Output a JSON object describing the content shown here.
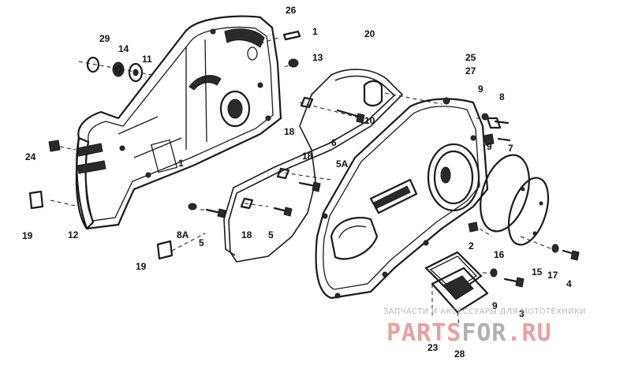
{
  "callouts": {
    "c26": "26",
    "c1a": "1",
    "c29": "29",
    "c14": "14",
    "c11": "11",
    "c13": "13",
    "c20": "20",
    "c25": "25",
    "c27": "27",
    "c9a": "9",
    "c8": "8",
    "c10": "10",
    "c18a": "18",
    "c6": "6",
    "c9b": "9",
    "c7": "7",
    "c24": "24",
    "c1b": "1",
    "c18b": "18",
    "c5a": "5A",
    "c19a": "19",
    "c12": "12",
    "c8a": "8A",
    "c5a_left": "5",
    "c18c": "18",
    "c5b": "5",
    "c19b": "19",
    "c2": "2",
    "c16": "16",
    "c15": "15",
    "c17": "17",
    "c4": "4",
    "c9c": "9",
    "c3": "3",
    "c23": "23",
    "c28": "28"
  },
  "watermark": {
    "caption": "ЗАПЧАСТИ И АКСЕССУАРЫ ДЛЯ МОТОТЕХНИКИ",
    "logo_red": "PARTS",
    "logo_dark": "FOR",
    "logo_tld": ".RU",
    "colors": {
      "red": "#e8a0a0",
      "dark": "#b0b0b0"
    }
  }
}
